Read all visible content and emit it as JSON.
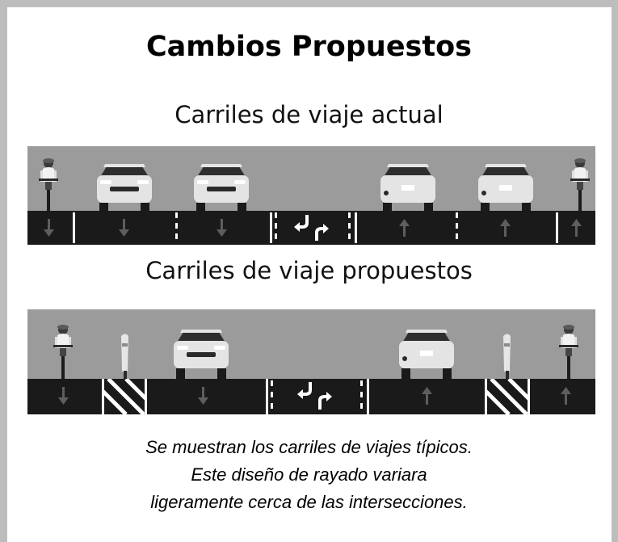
{
  "title": "Cambios Propuestos",
  "current": {
    "label": "Carriles de viaje actual"
  },
  "proposed": {
    "label": "Carriles de viaje propuestos"
  },
  "caption": {
    "line1": "Se muestran los carriles de viajes típicos.",
    "line2": "Este diseño de rayado variara",
    "line3": "ligeramente cerca de las intersecciones."
  },
  "colors": {
    "sky": "#9b9b9b",
    "road": "#1a1a1a",
    "car": "#e4e4e4",
    "stripe": "#ffffff",
    "arrow": "#5e5e5e",
    "frame": "#bdbdbd"
  }
}
